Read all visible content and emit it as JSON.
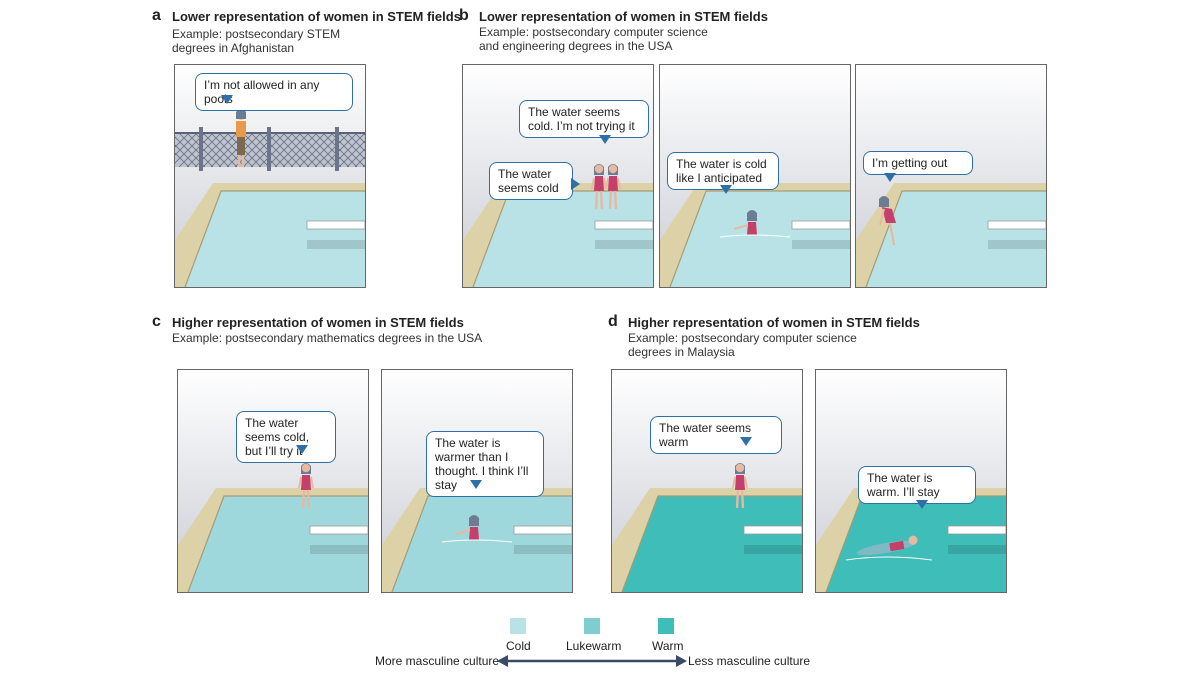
{
  "panels": {
    "a": {
      "letter": "a",
      "title": "Lower representation of women in STEM fields",
      "subtitle": [
        "Example: postsecondary STEM",
        "degrees in Afghanistan"
      ],
      "scenes": [
        {
          "water": "#b8e2e6",
          "bubbles": [
            "I’m not allowed in any pools"
          ]
        }
      ]
    },
    "b": {
      "letter": "b",
      "title": "Lower representation of women in STEM fields",
      "subtitle": [
        "Example: postsecondary computer science",
        "and engineering degrees in the USA"
      ],
      "scenes": [
        {
          "water": "#b8e2e6",
          "bubbles": [
            "The water seems cold. I’m not trying it",
            "The water seems cold"
          ]
        },
        {
          "water": "#b8e2e6",
          "bubbles": [
            "The water is cold like I anticipated"
          ]
        },
        {
          "water": "#b8e2e6",
          "bubbles": [
            "I’m getting out"
          ]
        }
      ]
    },
    "c": {
      "letter": "c",
      "title": "Higher representation of women in STEM fields",
      "subtitle": [
        "Example: postsecondary mathematics degrees in the USA"
      ],
      "scenes": [
        {
          "water": "#9fd8dc",
          "bubbles": [
            "The water seems cold, but I’ll try it"
          ]
        },
        {
          "water": "#9fd8dc",
          "bubbles": [
            "The water is warmer than I thought. I think I’ll stay"
          ]
        }
      ]
    },
    "d": {
      "letter": "d",
      "title": "Higher representation of women in STEM fields",
      "subtitle": [
        "Example: postsecondary computer science",
        "degrees in Malaysia"
      ],
      "scenes": [
        {
          "water": "#3fbdb9",
          "bubbles": [
            "The water seems warm"
          ]
        },
        {
          "water": "#3fbdb9",
          "bubbles": [
            "The water is warm. I’ll stay"
          ]
        }
      ]
    }
  },
  "legend": {
    "items": [
      {
        "label": "Cold",
        "color": "#b8e2e6"
      },
      {
        "label": "Lukewarm",
        "color": "#80cdd1"
      },
      {
        "label": "Warm",
        "color": "#3fbdb9"
      }
    ],
    "axis_left": "More masculine culture",
    "axis_right": "Less masculine culture",
    "arrow_color": "#3a4a66"
  }
}
